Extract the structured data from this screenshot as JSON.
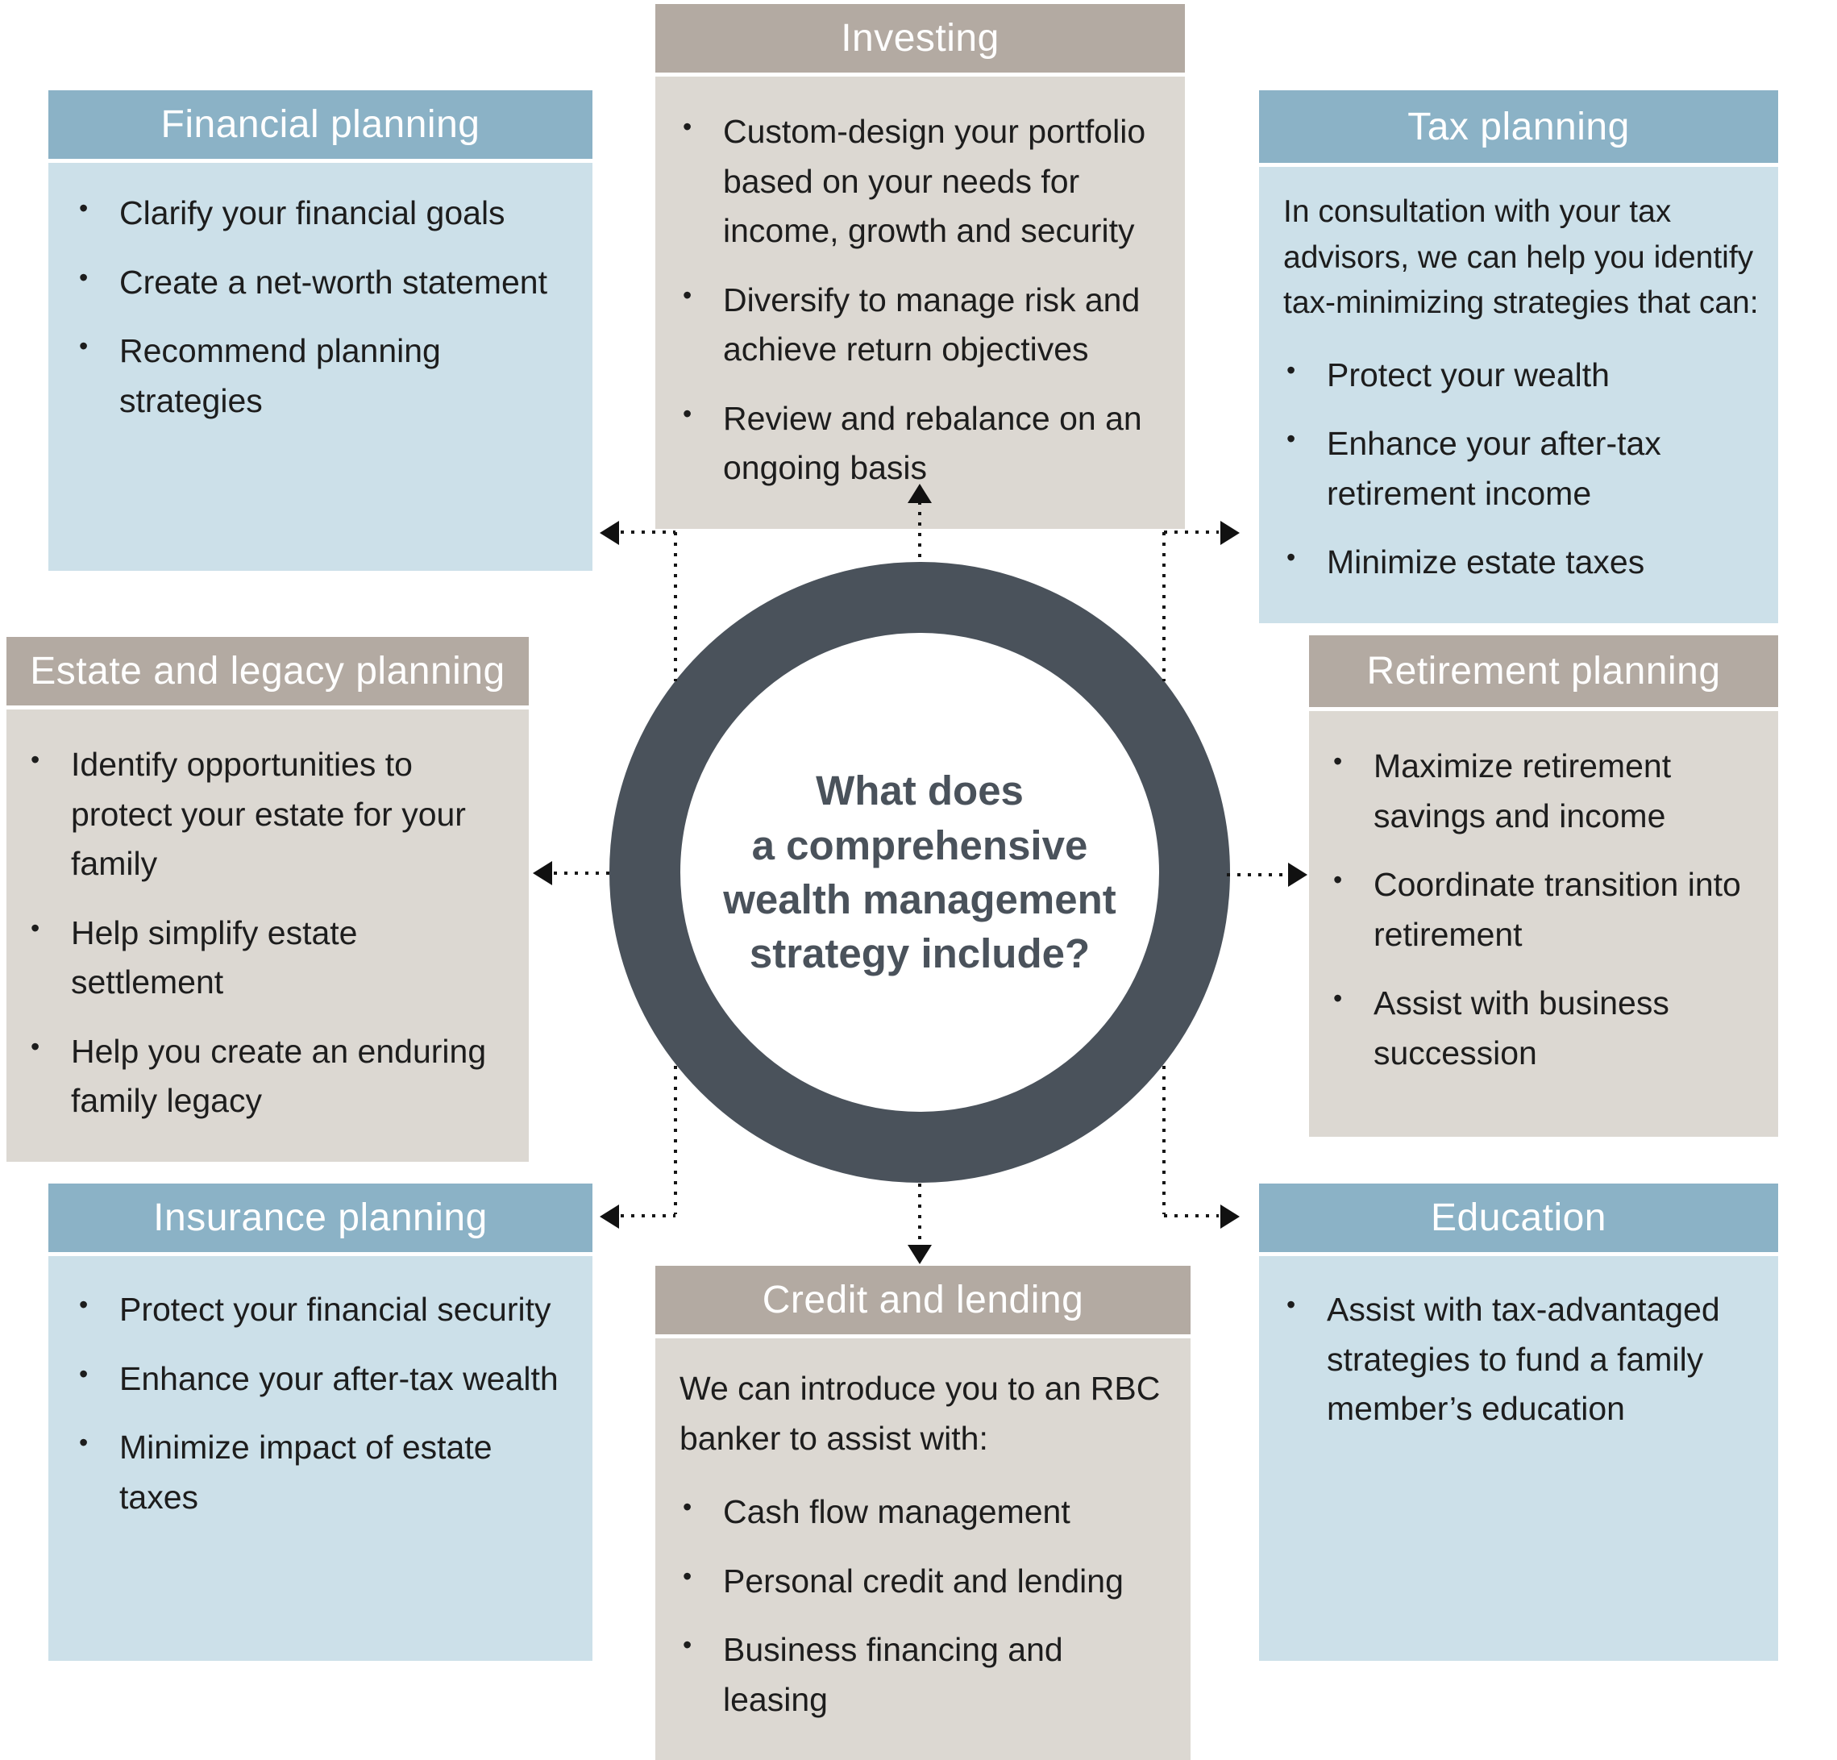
{
  "colors": {
    "blue_header": "#8bb2c6",
    "blue_body": "#cce0e9",
    "tan_header": "#b3aaa2",
    "tan_body": "#dcd8d2",
    "ring": "#4a525b",
    "body_text": "#1d1d1d",
    "connector": "#161616"
  },
  "center": {
    "question": "What does\na comprehensive\nwealth management\nstrategy include?"
  },
  "boxes": {
    "financial": {
      "title": "Financial planning",
      "intro": "",
      "bullets": [
        "Clarify your financial goals",
        "Create a net-worth statement",
        "Recommend planning strategies"
      ]
    },
    "investing": {
      "title": "Investing",
      "intro": "",
      "bullets": [
        "Custom-design your portfolio based on your needs for income, growth and security",
        "Diversify to manage risk and achieve return objectives",
        "Review and rebalance on an ongoing basis"
      ]
    },
    "tax": {
      "title": "Tax planning",
      "intro": "In consultation with your tax advisors, we can help you identify tax-minimizing strategies that can:",
      "bullets": [
        "Protect your wealth",
        "Enhance your after-tax retirement income",
        "Minimize estate taxes"
      ]
    },
    "estate": {
      "title": "Estate and legacy planning",
      "intro": "",
      "bullets": [
        "Identify opportunities to protect your estate for your family",
        "Help simplify estate settlement",
        "Help you create an enduring family legacy"
      ]
    },
    "retirement": {
      "title": "Retirement planning",
      "intro": "",
      "bullets": [
        "Maximize retirement savings and income",
        "Coordinate transition into retirement",
        "Assist with business succession"
      ]
    },
    "insurance": {
      "title": "Insurance planning",
      "intro": "",
      "bullets": [
        "Protect your financial security",
        "Enhance your after-tax wealth",
        "Minimize impact of estate taxes"
      ]
    },
    "credit": {
      "title": "Credit and lending",
      "intro": "We can introduce you to an RBC banker to assist with:",
      "bullets": [
        "Cash flow management",
        "Personal credit and lending",
        "Business financing and leasing"
      ]
    },
    "education": {
      "title": "Education",
      "intro": "",
      "bullets": [
        "Assist with tax-advantaged strategies to fund a family member’s education"
      ]
    }
  }
}
